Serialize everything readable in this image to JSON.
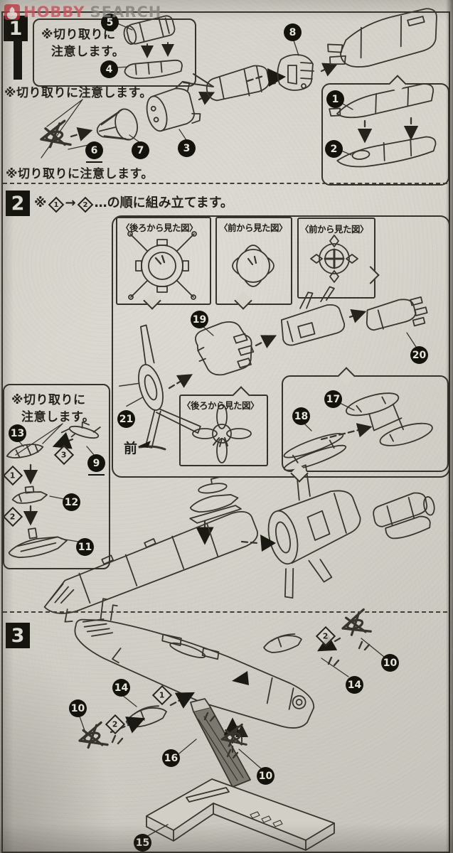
{
  "watermark": {
    "hobby": "HOBBY",
    "search": "SEARCH"
  },
  "colors": {
    "accent_red": "#d33948",
    "ink": "#35322c",
    "paper": "#d7d4cc"
  },
  "notes": {
    "cut_l1": "※切り取りに",
    "cut_l2": "注意します。",
    "cut_full": "※切り取りに注意します。"
  },
  "views": {
    "rear": "〈後ろから見た図〉",
    "front": "〈前から見た図〉"
  },
  "front_marker": "前",
  "step1": {
    "number": "1",
    "parts": {
      "n1": "1",
      "n2": "2",
      "n3": "3",
      "n4": "4",
      "n5": "5",
      "n6": "6",
      "n7": "7",
      "n8": "8"
    }
  },
  "step2": {
    "number": "2",
    "instruction": {
      "prefix": "※",
      "first": "1",
      "arrow": "→",
      "second": "2",
      "suffix": "…の順に組み立てます。"
    },
    "parts": {
      "n9": "9",
      "n11": "11",
      "n12": "12",
      "n13": "13",
      "n17": "17",
      "n18": "18",
      "n19": "19",
      "n20": "20",
      "n21": "21",
      "d1": "1",
      "d2": "2",
      "d3": "3"
    }
  },
  "step3": {
    "number": "3",
    "parts": {
      "n10": "10",
      "n14": "14",
      "n15": "15",
      "n16": "16",
      "d1": "1",
      "d2": "2"
    }
  }
}
